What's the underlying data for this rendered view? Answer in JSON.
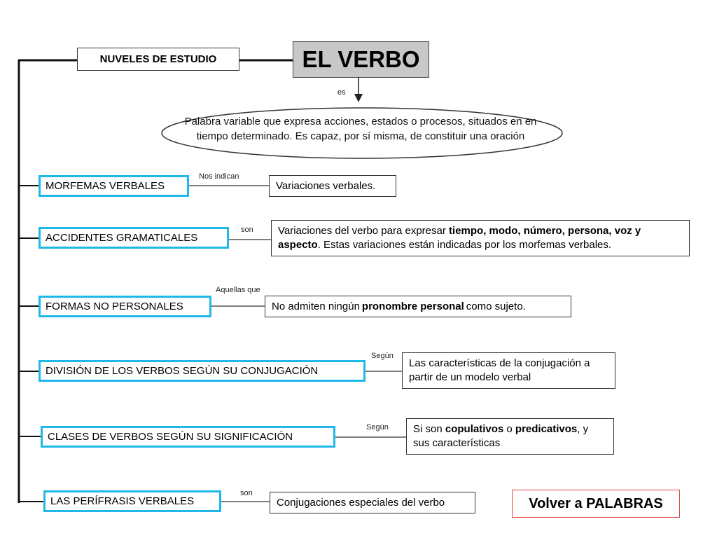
{
  "title": "EL VERBO",
  "levels_label": "NUVELES DE ESTUDIO",
  "definition_connector": "es",
  "definition": "Palabra variable que expresa acciones, estados o procesos, situados en en tiempo determinado. Es capaz, por sí misma, de constituir una oración",
  "rows": [
    {
      "category": "MORFEMAS VERBALES",
      "connector": "Nos indican",
      "description": "Variaciones verbales."
    },
    {
      "category": "ACCIDENTES GRAMATICALES",
      "connector": "son",
      "desc_a": "Variaciones del verbo para expresar ",
      "desc_b": "tiempo, modo, número, persona, voz y aspecto",
      "desc_c": ". Estas variaciones están indicadas por los morfemas verbales."
    },
    {
      "category": "FORMAS NO PERSONALES",
      "connector": "Aquellas que",
      "desc_a": "No admiten ningún ",
      "desc_b": "pronombre personal",
      "desc_c": " como sujeto."
    },
    {
      "category": "DIVISIÓN DE LOS VERBOS SEGÚN SU CONJUGACIÓN",
      "connector": "Según",
      "description": "Las características de la conjugación a partir de un modelo verbal"
    },
    {
      "category": "CLASES DE VERBOS SEGÚN SU SIGNIFICACIÓN",
      "connector": "Según",
      "desc_a": "Si son ",
      "desc_b": "copulativos",
      "desc_c": " o ",
      "desc_d": "predicativos",
      "desc_e": ", y sus características"
    },
    {
      "category": "LAS PERÍFRASIS VERBALES",
      "connector": "son",
      "description": "Conjugaciones especiales del verbo"
    }
  ],
  "back_button": "Volver a PALABRAS",
  "colors": {
    "category_border": "#1fb8e8",
    "title_fill": "#c8c8c8",
    "back_border": "#e0443c"
  }
}
